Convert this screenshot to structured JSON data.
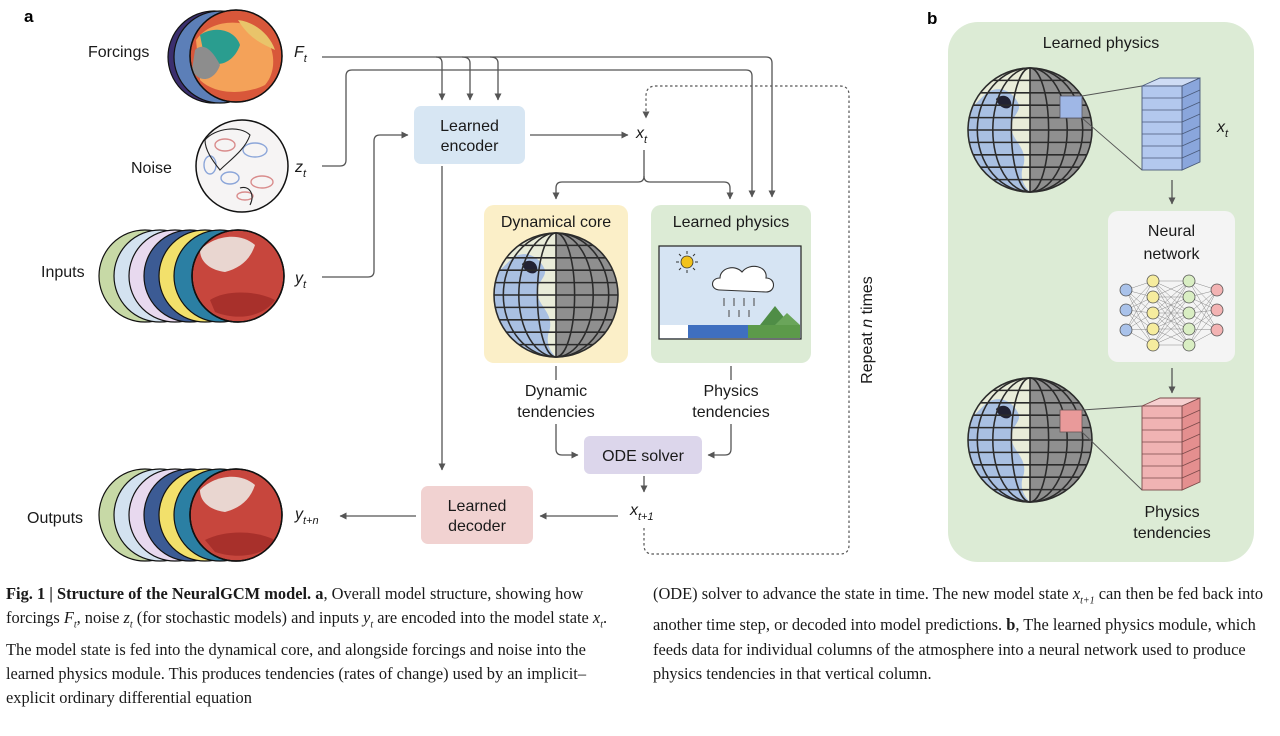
{
  "panel_a": {
    "letter": "a",
    "row_labels": {
      "forcings": "Forcings",
      "noise": "Noise",
      "inputs": "Inputs",
      "outputs": "Outputs"
    },
    "variables": {
      "forcing": {
        "base": "F",
        "sub": "t"
      },
      "noise": {
        "base": "z",
        "sub": "t"
      },
      "input": {
        "base": "y",
        "sub": "t"
      },
      "state": {
        "base": "x",
        "sub": "t"
      },
      "next_state": {
        "base": "x",
        "sub": "t+1"
      },
      "output": {
        "base": "y",
        "sub": "t+n"
      }
    },
    "boxes": {
      "encoder": [
        "Learned",
        "encoder"
      ],
      "decoder": [
        "Learned",
        "decoder"
      ],
      "dynamical_core": "Dynamical core",
      "learned_physics": "Learned physics",
      "ode_solver": "ODE solver"
    },
    "tendencies": {
      "dynamic": [
        "Dynamic",
        "tendencies"
      ],
      "physics": [
        "Physics",
        "tendencies"
      ]
    },
    "repeat": {
      "prefix": "Repeat ",
      "n": "n",
      "suffix": " times"
    }
  },
  "panel_b": {
    "letter": "b",
    "title": "Learned physics",
    "state": {
      "base": "x",
      "sub": "t"
    },
    "network": [
      "Neural",
      "network"
    ],
    "output": [
      "Physics",
      "tendencies"
    ]
  },
  "caption": {
    "fig_label": "Fig. 1 | Structure of the NeuralGCM model.",
    "part_a_label": "a",
    "part_b_label": "b",
    "colors": {
      "encoder": "#d7e6f3",
      "decoder": "#f1d2d1",
      "dyn_core_bg": "#fbefc8",
      "physics_bg": "#dcebd5",
      "ode": "#dcd6eb",
      "panel_b_bg": "#dcebd5"
    }
  }
}
